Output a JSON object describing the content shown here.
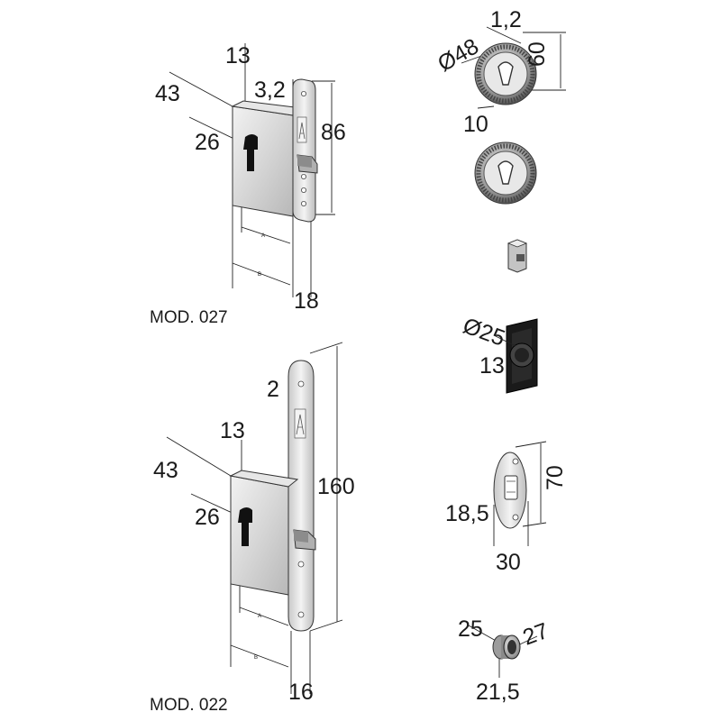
{
  "lock_027": {
    "model": "MOD. 027",
    "dims": {
      "d13": "13",
      "d32": "3,2",
      "d43": "43",
      "d26": "26",
      "d86": "86",
      "d18": "18",
      "a": "A",
      "b": "B"
    }
  },
  "lock_022": {
    "model": "MOD. 022",
    "dims": {
      "d2": "2",
      "d13": "13",
      "d43": "43",
      "d26": "26",
      "d160": "160",
      "d16": "16",
      "a": "A",
      "b": "B"
    }
  },
  "rosettes": {
    "d12": "1,2",
    "d48": "Ø48",
    "d60": "60",
    "d10": "10"
  },
  "cylinder_plate": {
    "d25": "Ø25",
    "d13": "13"
  },
  "strike_plate": {
    "d70": "70",
    "d185": "18,5",
    "d30": "30"
  },
  "roller": {
    "d25": "25",
    "d27": "27",
    "d215": "21,5"
  },
  "colors": {
    "steel_light": "#d8d8d8",
    "steel_mid": "#a8a8a8",
    "steel_dark": "#555555",
    "black_part": "#1a1a1a"
  }
}
